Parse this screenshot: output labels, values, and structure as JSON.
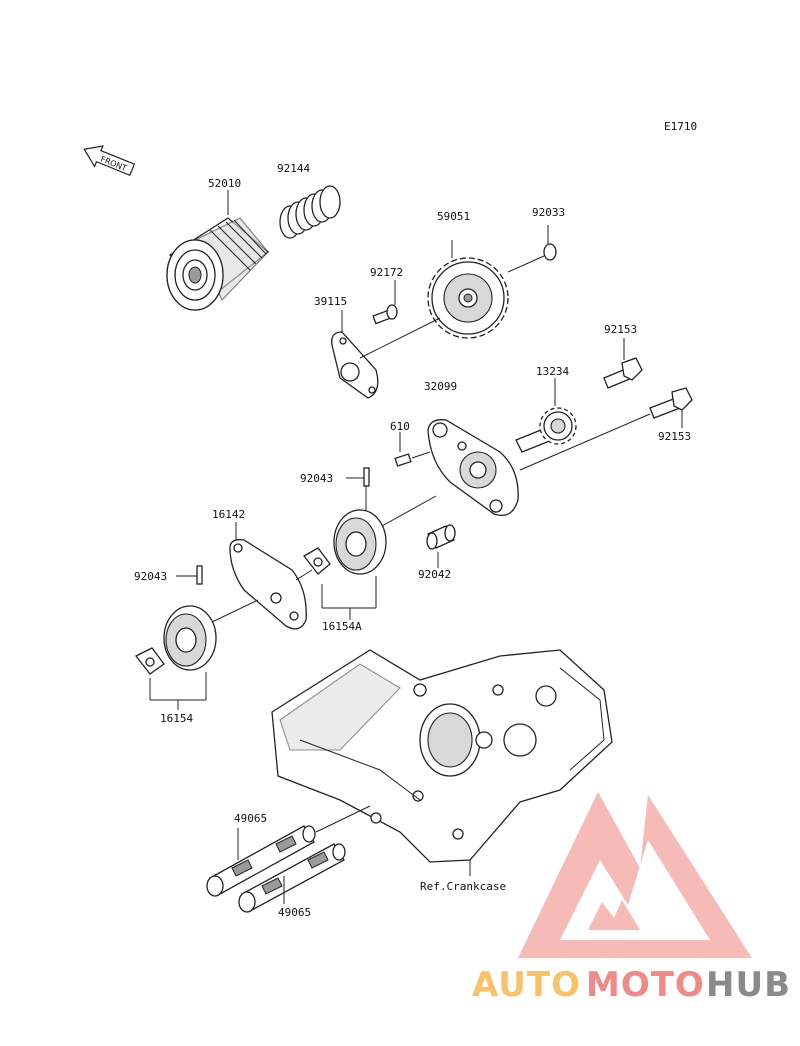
{
  "diagram_code": "E1710",
  "front_label": "FRONT",
  "parts": {
    "oil_filter": "52010",
    "spring": "92144",
    "gear": "59051",
    "circlip": "92033",
    "screw": "92172",
    "plate": "39115",
    "bolt_top": "92153",
    "bolt_right": "92153",
    "shaft": "13234",
    "pump_body": "32099",
    "pin_610": "610",
    "pin_upper": "92043",
    "collar": "92042",
    "cover": "16142",
    "pin_lower": "92043",
    "rotor_set_upper": "16154A",
    "rotor_set_lower": "16154",
    "strainer_upper": "49065",
    "strainer_lower": "49065"
  },
  "ref_label": "Ref.Crankcase",
  "watermark": {
    "part1": "AUTO",
    "part2": "MOTO",
    "part3": "HUB",
    "color1": "#f7c26a",
    "color2": "#f08a86",
    "color3": "#8a8a8a"
  }
}
